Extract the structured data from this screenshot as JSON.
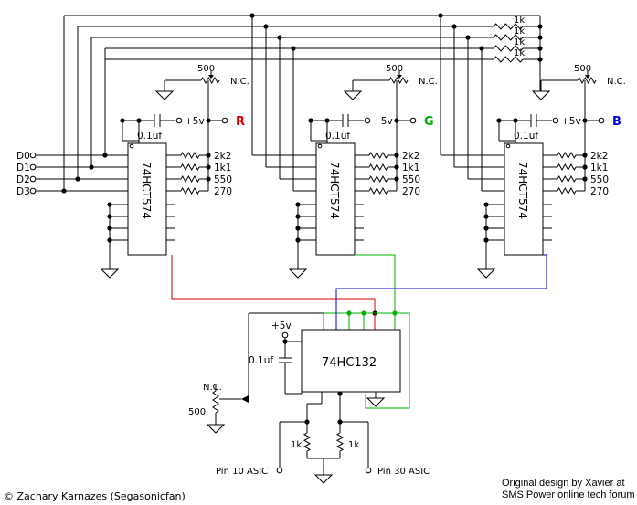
{
  "diagram": {
    "inputs": [
      "D0",
      "D1",
      "D2",
      "D3"
    ],
    "pullups": [
      "1k",
      "1k",
      "1k",
      "1k"
    ],
    "channels": [
      {
        "color_label": "R",
        "color": "#e00000",
        "chip": "74HCT574",
        "pot": "500",
        "nc": "N.C.",
        "cap": "0.1uf",
        "supply": "+5v",
        "resistors": [
          "2k2",
          "1k1",
          "550",
          "270"
        ]
      },
      {
        "color_label": "G",
        "color": "#00b000",
        "chip": "74HCT574",
        "pot": "500",
        "nc": "N.C.",
        "cap": "0.1uf",
        "supply": "+5v",
        "resistors": [
          "2k2",
          "1k1",
          "550",
          "270"
        ]
      },
      {
        "color_label": "B",
        "color": "#0000e0",
        "chip": "74HCT574",
        "pot": "500",
        "nc": "N.C.",
        "cap": "0.1uf",
        "supply": "+5v",
        "resistors": [
          "2k2",
          "1k1",
          "550",
          "270"
        ]
      }
    ],
    "nand": {
      "chip": "74HC132",
      "supply": "+5v",
      "cap": "0.1uf",
      "pot_nc": "N.C.",
      "pot": "500",
      "r_left": "1k",
      "r_right": "1k",
      "pin_left": "Pin 10 ASIC",
      "pin_right": "Pin 30 ASIC"
    },
    "wire_colors": {
      "red": "#cc0000",
      "green": "#00b000",
      "blue": "#0000cc"
    }
  },
  "footer": {
    "copyright": "© Zachary Karnazes  (Segasonicfan)",
    "credit_line1": "Original design by Xavier at",
    "credit_line2": "SMS Power online tech forum"
  }
}
